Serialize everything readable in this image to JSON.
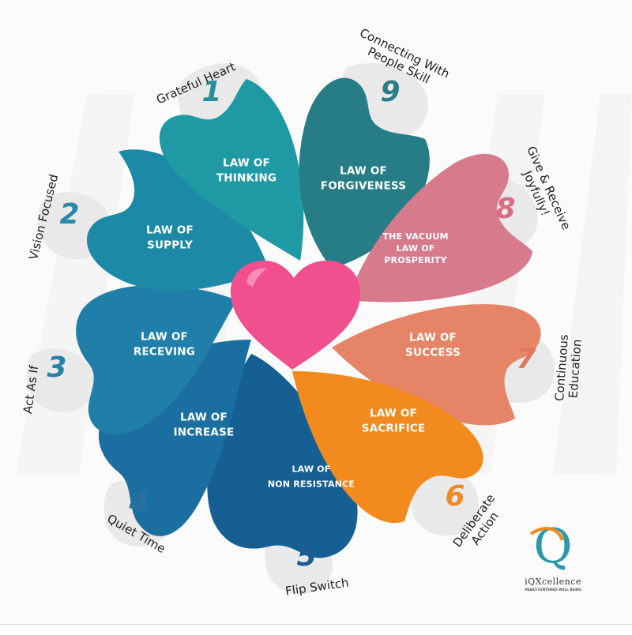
{
  "colors": {
    "teal_green": "#1f9aa4",
    "teal_dark": "#277d85",
    "teal_blue": "#1c89a6",
    "teal_mid": "#1f94a8",
    "blue_mid": "#1b78a6",
    "blue_dark": "#165f93",
    "pink": "#d67a8c",
    "salmon": "#e58466",
    "orange": "#f28a1e",
    "heart": "#f0508e",
    "bubble": "#e9e9e9"
  },
  "petals": [
    {
      "id": "1",
      "number": "1",
      "law": [
        "LAW OF",
        "THINKING"
      ],
      "habit": "Grateful Heart",
      "color": "#1f9aa4",
      "number_color": "#2a8e99"
    },
    {
      "id": "2",
      "number": "2",
      "law": [
        "LAW OF",
        "SUPPLY"
      ],
      "habit": "Vision Focused",
      "color": "#1c89a6",
      "number_color": "#2b88a6"
    },
    {
      "id": "3",
      "number": "3",
      "law": [
        "LAW OF",
        "RECEVING"
      ],
      "habit": "Act As If",
      "color": "#1f7fa8",
      "number_color": "#2a7fa9"
    },
    {
      "id": "4",
      "number": "4",
      "law": [
        "LAW OF",
        "INCREASE"
      ],
      "habit": "Quiet Time",
      "color": "#1b6fa0",
      "number_color": "#2a6f9f"
    },
    {
      "id": "5",
      "number": "5",
      "law": [
        "LAW OF",
        "NON RESISTANCE"
      ],
      "habit": "Flip Switch",
      "color": "#165f93",
      "number_color": "#1f5d90"
    },
    {
      "id": "6",
      "number": "6",
      "law": [
        "LAW OF",
        "SACRIFICE"
      ],
      "habit": "Deliberate Action",
      "color": "#f28a1e",
      "number_color": "#f08a26"
    },
    {
      "id": "7",
      "number": "7",
      "law": [
        "LAW OF",
        "SUCCESS"
      ],
      "habit": "Continuous Education",
      "color": "#e58466",
      "number_color": "#e07a5c"
    },
    {
      "id": "8",
      "number": "8",
      "law": [
        "THE VACUUM",
        "LAW OF",
        "PROSPERITY"
      ],
      "habit": "Give & Receive Joyfully!",
      "color": "#d67a8c",
      "number_color": "#d66e86"
    },
    {
      "id": "9",
      "number": "9",
      "law": [
        "LAW OF",
        "FORGIVENESS"
      ],
      "habit": "Connecting With People Skill",
      "color": "#277d85",
      "number_color": "#2b7e86"
    }
  ],
  "logo": {
    "letter": "Q",
    "name": "iQXcellence",
    "tagline": "HEART-CENTERED WELL BEING"
  }
}
